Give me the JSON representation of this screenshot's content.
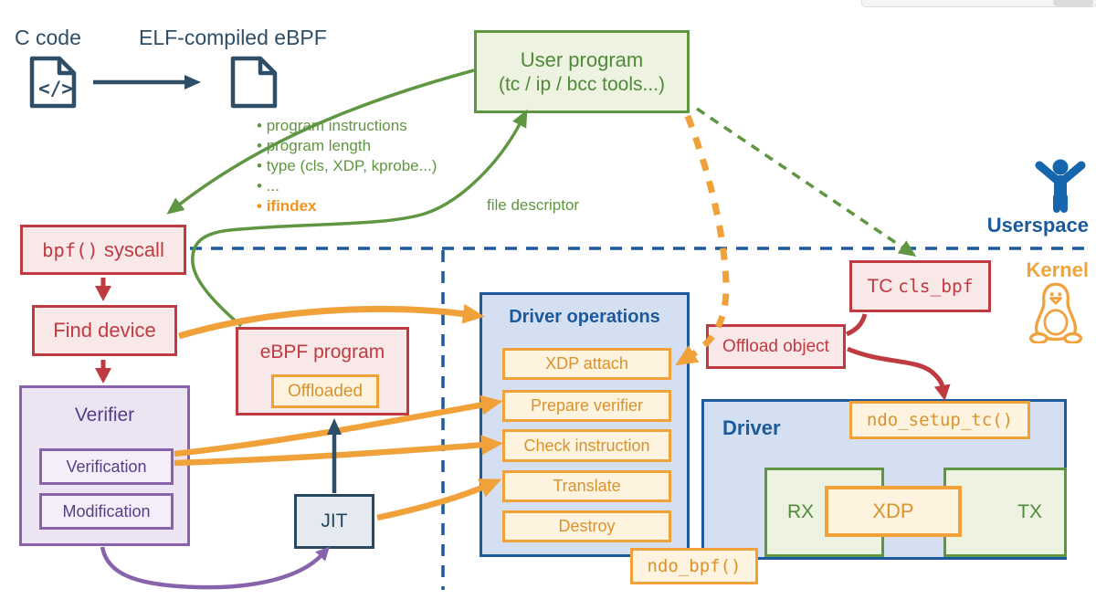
{
  "palette": {
    "green": "#5f9641",
    "green_fill": "#edf2e1",
    "red": "#bf3a41",
    "red_fill": "#f9e8e8",
    "orange": "#f0a139",
    "orange_text": "#d8932f",
    "orange_fill": "#fdf3de",
    "blue": "#1d5a9b",
    "blue_fill": "#d4e0f1",
    "navy": "#2e4d66",
    "purple": "#8862aa",
    "purple_fill": "#ebe5f3",
    "kernel_orange": "#f2a33c",
    "person_blue": "#1666ad"
  },
  "top": {
    "c_code": "C code",
    "elf": "ELF-compiled eBPF"
  },
  "user_program": {
    "line1": "User program",
    "line2": "(tc / ip / bcc tools...)"
  },
  "bullets": [
    "program instructions",
    "program length",
    "type (cls, XDP, kprobe...)",
    "...",
    "ifindex"
  ],
  "labels": {
    "file_descriptor": "file descriptor",
    "userspace": "Userspace",
    "kernel": "Kernel"
  },
  "boxes": {
    "bpf_syscall": {
      "mono": "bpf()",
      "rest": " syscall"
    },
    "find_device": "Find device",
    "verifier": {
      "title": "Verifier",
      "items": [
        "Verification",
        "Modification"
      ]
    },
    "ebpf_program": {
      "title": "eBPF program",
      "badge": "Offloaded"
    },
    "jit": "JIT",
    "driver_operations": {
      "title": "Driver operations",
      "ops": [
        "XDP attach",
        "Prepare verifier",
        "Check instruction",
        "Translate",
        "Destroy"
      ]
    },
    "tc_cls_bpf": {
      "prefix": "TC ",
      "mono": "cls_bpf"
    },
    "offload_object": "Offload object",
    "driver": {
      "title": "Driver",
      "ndo_setup_tc": "ndo_setup_tc()",
      "rx": "RX",
      "xdp": "XDP",
      "tx": "TX"
    },
    "ndo_bpf": "ndo_bpf()"
  }
}
